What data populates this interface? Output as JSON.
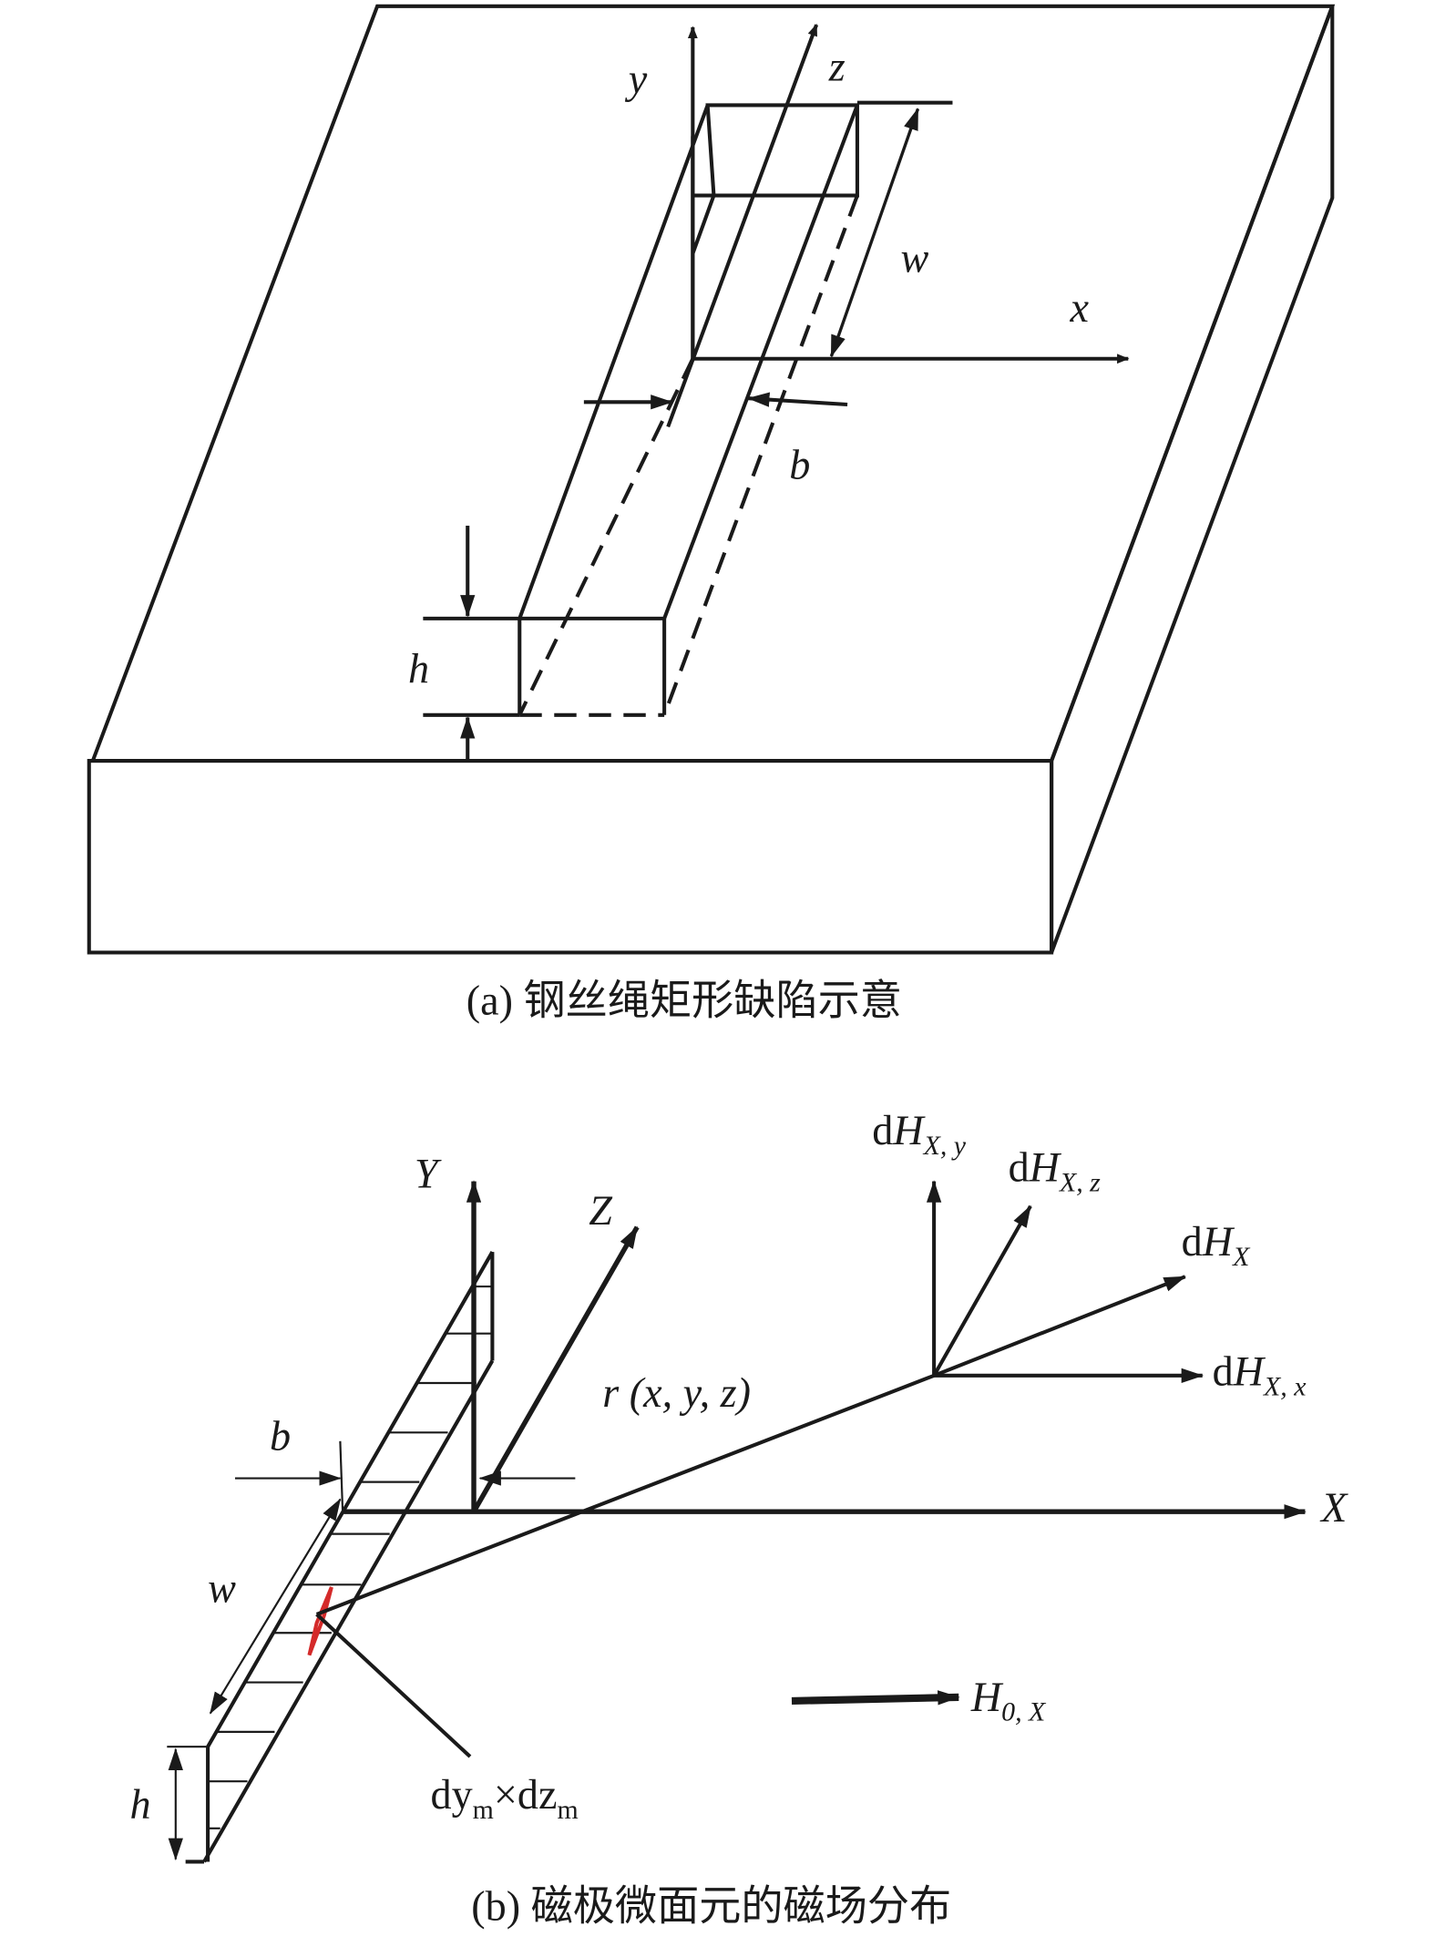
{
  "figure_a": {
    "caption": "(a) 钢丝绳矩形缺陷示意",
    "labels": {
      "y": "y",
      "z": "z",
      "x": "x",
      "w": "w",
      "b": "b",
      "h": "h"
    },
    "colors": {
      "block_side": "#b3b3b3"
    }
  },
  "figure_b": {
    "caption": "(b) 磁极微面元的磁场分布",
    "labels": {
      "Y": "Y",
      "Z": "Z",
      "X": "X",
      "b": "b",
      "w": "w",
      "h": "h",
      "r": "r",
      "r_args": "(x, y, z)",
      "d": "d",
      "H": "H",
      "sub_Xy": "X, y",
      "sub_Xz": "X, z",
      "sub_X": "X",
      "sub_Xx": "X, x",
      "dy": "dy",
      "m": "m",
      "times_dz": "×dz",
      "H0": "H",
      "H0_sub": "0, X"
    },
    "colors": {
      "surface_element": "#d42a2a"
    }
  }
}
